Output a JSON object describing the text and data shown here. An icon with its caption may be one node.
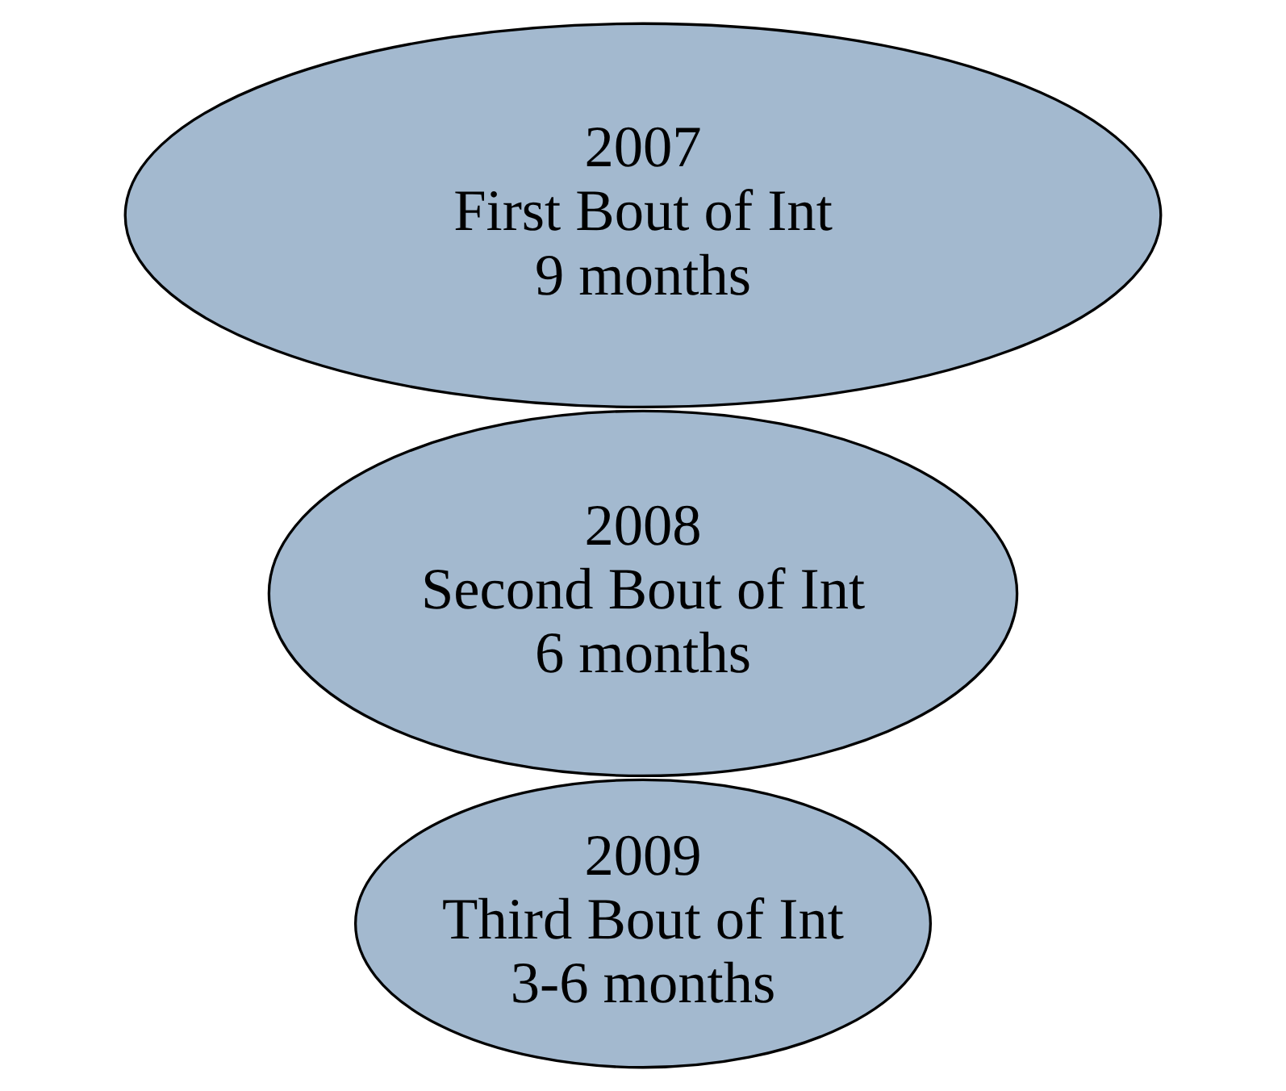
{
  "diagram": {
    "nodes": [
      {
        "text": [
          "2009",
          "Third Bout of Int",
          "3-6 months"
        ]
      },
      {
        "text": [
          "2008",
          "Second Bout of Int",
          "6 months"
        ]
      },
      {
        "text": [
          "2007",
          "First Bout of Int",
          "9 months"
        ]
      }
    ]
  }
}
